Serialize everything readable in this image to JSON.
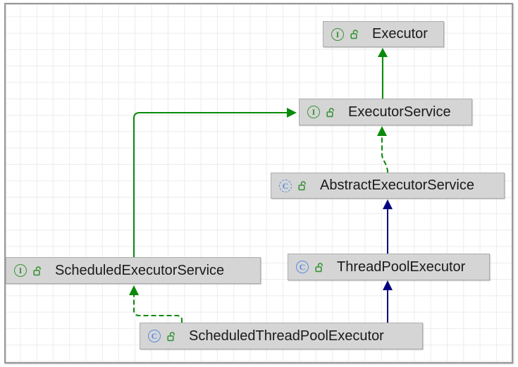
{
  "diagram": {
    "type": "uml-class-diagram",
    "description": "Java executor framework inheritance hierarchy"
  },
  "colors": {
    "interface_edge": "#0a8a0a",
    "class_edge": "#000080",
    "node_fill": "#d5d5d5",
    "node_border": "#acacac",
    "interface_icon": "#389338",
    "class_icon": "#5a8ae2",
    "lock_icon": "#389338",
    "grid_line": "#ececec",
    "frame_border": "#9a9a9a",
    "text": "#1a1a1a"
  },
  "nodes": [
    {
      "id": "executor",
      "label": "Executor",
      "kind": "interface",
      "icon_letter": "I",
      "lock_icon": "unlocked"
    },
    {
      "id": "executor-service",
      "label": "ExecutorService",
      "kind": "interface",
      "icon_letter": "I",
      "lock_icon": "unlocked"
    },
    {
      "id": "abstract-executor-service",
      "label": "AbstractExecutorService",
      "kind": "abstract-class",
      "icon_letter": "C",
      "lock_icon": "unlocked"
    },
    {
      "id": "thread-pool-executor",
      "label": "ThreadPoolExecutor",
      "kind": "class",
      "icon_letter": "C",
      "lock_icon": "unlocked"
    },
    {
      "id": "scheduled-executor-service",
      "label": "ScheduledExecutorService",
      "kind": "interface",
      "icon_letter": "I",
      "lock_icon": "unlocked"
    },
    {
      "id": "scheduled-thread-pool-executor",
      "label": "ScheduledThreadPoolExecutor",
      "kind": "class",
      "icon_letter": "C",
      "lock_icon": "unlocked"
    }
  ],
  "edges": [
    {
      "from": "ExecutorService",
      "to": "Executor",
      "relation": "extends",
      "line": "solid",
      "color": "interface_edge"
    },
    {
      "from": "AbstractExecutorService",
      "to": "ExecutorService",
      "relation": "implements",
      "line": "dashed",
      "color": "interface_edge"
    },
    {
      "from": "ThreadPoolExecutor",
      "to": "AbstractExecutorService",
      "relation": "extends",
      "line": "solid",
      "color": "class_edge"
    },
    {
      "from": "ScheduledThreadPoolExecutor",
      "to": "ThreadPoolExecutor",
      "relation": "extends",
      "line": "solid",
      "color": "class_edge"
    },
    {
      "from": "ScheduledExecutorService",
      "to": "ExecutorService",
      "relation": "extends",
      "line": "solid",
      "color": "interface_edge"
    },
    {
      "from": "ScheduledThreadPoolExecutor",
      "to": "ScheduledExecutorService",
      "relation": "implements",
      "line": "dashed",
      "color": "interface_edge"
    }
  ]
}
